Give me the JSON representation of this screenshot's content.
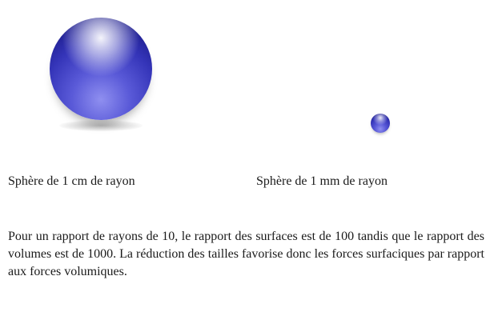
{
  "figure": {
    "caption_left": "Sphère de 1 cm de rayon",
    "caption_right": "Sphère de 1 mm de rayon",
    "sphere_color": "#3434b8"
  },
  "paragraph": {
    "text": "Pour un rapport de rayons de 10, le rapport des surfaces est de 100 tandis que le rapport des volumes est de 1000. La réduction des tailles favorise donc les forces surfaciques par rapport aux forces volumiques."
  }
}
